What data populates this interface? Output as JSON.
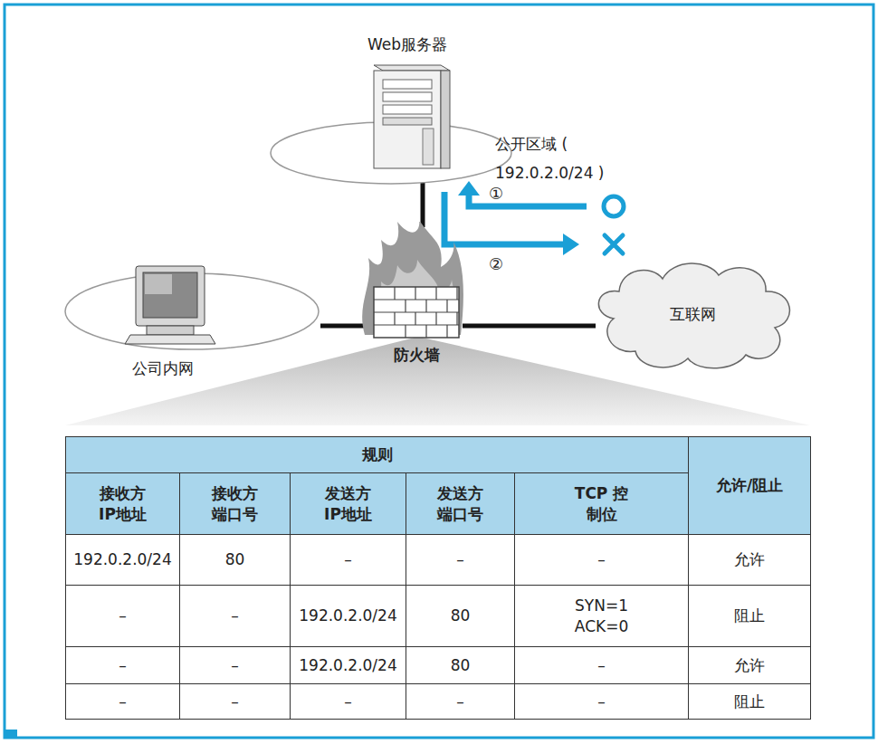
{
  "diagram": {
    "nodes": [
      {
        "text": [
          "公开区域 ( 192.0.2.0/24 )"
        ]
      },
      {
        "text": [
          "Web服务器"
        ],
        "in": 0
      },
      {
        "text": [
          "公司内网"
        ]
      },
      {
        "text": [
          "防火墙"
        ]
      },
      {
        "text": [
          "互联网"
        ]
      }
    ],
    "edges": [
      {
        "from": 3,
        "to": 0,
        "arrow": "none"
      },
      {
        "from": 2,
        "to": 3,
        "arrow": "none"
      },
      {
        "from": 3,
        "to": 4,
        "arrow": "none"
      }
    ],
    "labels": [
      "①",
      "②",
      "规则",
      "接收方 IP地址",
      "接收方 端口号",
      "发送方 IP地址",
      "发送方 端口号",
      "TCP 控制位",
      "允许/阻止",
      "192.0.2.0/24",
      "80",
      "–",
      "–",
      "–",
      "允许",
      "–",
      "–",
      "192.0.2.0/24",
      "80",
      "SYN=1 ACK=0",
      "阻止",
      "–",
      "–",
      "192.0.2.0/24",
      "80",
      "–",
      "允许",
      "–",
      "–",
      "–",
      "–",
      "–",
      "阻止"
    ]
  }
}
